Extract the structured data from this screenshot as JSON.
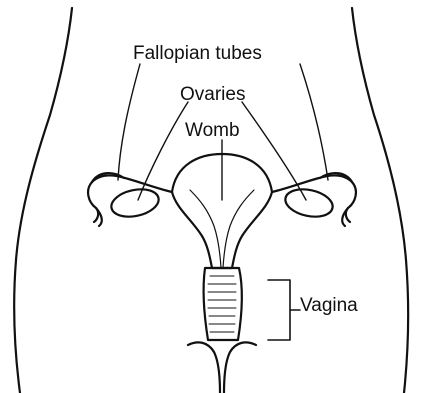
{
  "labels": {
    "fallopian_tubes": "Fallopian tubes",
    "ovaries": "Ovaries",
    "womb": "Womb",
    "vagina": "Vagina"
  },
  "colors": {
    "ink": "#111111",
    "background": "#ffffff"
  }
}
